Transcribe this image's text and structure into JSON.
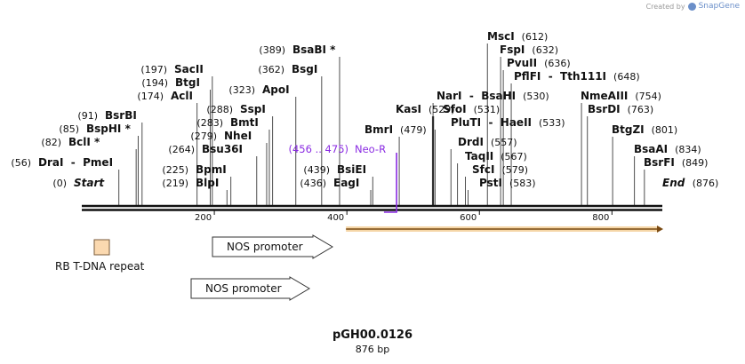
{
  "watermark": {
    "prefix": "Created by",
    "brand": "SnapGene"
  },
  "plasmid": {
    "name": "pGH00.0126",
    "size_label": "876 bp",
    "length": 876
  },
  "sites": [
    {
      "name": "Start",
      "pos": 0,
      "label": "(0)",
      "italic": true
    },
    {
      "name": "DraI  -  PmeI",
      "pos": 56,
      "label": "(56)"
    },
    {
      "name": "BclI *",
      "pos": 82,
      "label": "(82)"
    },
    {
      "name": "BspHI *",
      "pos": 85,
      "label": "(85)"
    },
    {
      "name": "BsrBI",
      "pos": 91,
      "label": "(91)"
    },
    {
      "name": "AclI",
      "pos": 174,
      "label": "(174)"
    },
    {
      "name": "BtgI",
      "pos": 194,
      "label": "(194)"
    },
    {
      "name": "SacII",
      "pos": 197,
      "label": "(197)"
    },
    {
      "name": "BlpI",
      "pos": 219,
      "label": "(219)"
    },
    {
      "name": "BpmI",
      "pos": 225,
      "label": "(225)"
    },
    {
      "name": "Bsu36I",
      "pos": 264,
      "label": "(264)"
    },
    {
      "name": "NheI",
      "pos": 279,
      "label": "(279)"
    },
    {
      "name": "BmtI",
      "pos": 283,
      "label": "(283)"
    },
    {
      "name": "SspI",
      "pos": 288,
      "label": "(288)"
    },
    {
      "name": "ApoI",
      "pos": 323,
      "label": "(323)"
    },
    {
      "name": "BsgI",
      "pos": 362,
      "label": "(362)"
    },
    {
      "name": "BsaBI *",
      "pos": 389,
      "label": "(389)"
    },
    {
      "name": "EagI",
      "pos": 436,
      "label": "(436)"
    },
    {
      "name": "BsiEI",
      "pos": 439,
      "label": "(439)"
    },
    {
      "name": "BmrI",
      "pos": 479,
      "label": "(479)"
    },
    {
      "name": "KasI",
      "pos": 529,
      "label": "(529)"
    },
    {
      "name": "NarI  -  BsaHI",
      "pos": 530,
      "label": "(530)"
    },
    {
      "name": "SfoI",
      "pos": 531,
      "label": "(531)"
    },
    {
      "name": "PluTI  -  HaeII",
      "pos": 533,
      "label": "(533)"
    },
    {
      "name": "DrdI",
      "pos": 557,
      "label": "(557)"
    },
    {
      "name": "TaqII",
      "pos": 567,
      "label": "(567)"
    },
    {
      "name": "SfcI",
      "pos": 579,
      "label": "(579)"
    },
    {
      "name": "PstI",
      "pos": 583,
      "label": "(583)"
    },
    {
      "name": "MscI",
      "pos": 612,
      "label": "(612)"
    },
    {
      "name": "FspI",
      "pos": 632,
      "label": "(632)"
    },
    {
      "name": "PvuII",
      "pos": 636,
      "label": "(636)"
    },
    {
      "name": "PflFI  -  Tth111I",
      "pos": 648,
      "label": "(648)"
    },
    {
      "name": "NmeAIII",
      "pos": 754,
      "label": "(754)"
    },
    {
      "name": "BsrDI",
      "pos": 763,
      "label": "(763)"
    },
    {
      "name": "BtgZI",
      "pos": 801,
      "label": "(801)"
    },
    {
      "name": "BsaAI",
      "pos": 834,
      "label": "(834)"
    },
    {
      "name": "BsrFI",
      "pos": 849,
      "label": "(849)"
    },
    {
      "name": "End",
      "pos": 876,
      "label": "(876)",
      "italic": true
    }
  ],
  "primer": {
    "name": "Neo-R",
    "range_label": "(456 .. 475)",
    "start": 456,
    "end": 475,
    "color": "#8a2be2"
  },
  "ticks": [
    200,
    400,
    600,
    800
  ],
  "features": [
    {
      "name": "RB T-DNA repeat",
      "type": "box",
      "color": "#fbd9b0"
    },
    {
      "name": "NOS promoter",
      "type": "arrow-right"
    },
    {
      "name": "NOS promoter",
      "type": "arrow-right"
    },
    {
      "name": "",
      "type": "orf",
      "color": "#e8a33c",
      "start": 400,
      "end": 876
    }
  ],
  "colors": {
    "backbone": "#111111",
    "orf": "#e8a33c",
    "primer": "#8a2be2",
    "feature_fill": "#fbd9b0"
  }
}
